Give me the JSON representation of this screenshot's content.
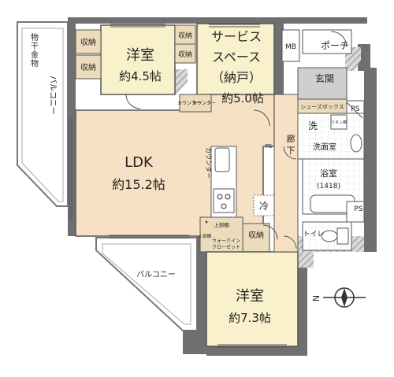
{
  "rooms": {
    "western_room_1": {
      "name": "洋室",
      "size": "約4.5帖"
    },
    "service_space": {
      "line1": "サービス",
      "line2": "スペース",
      "line3": "（納戸）",
      "size": "約5.0帖"
    },
    "ldk": {
      "name": "LDK",
      "size": "約15.2帖"
    },
    "western_room_2": {
      "name": "洋室",
      "size": "約7.3帖"
    },
    "bathroom": {
      "name": "浴室",
      "size": "(1418)"
    },
    "washroom": "洗面室",
    "wash": "洗",
    "toilet": "トイレ",
    "entrance": "玄関",
    "porch": "ポーチ",
    "corridor_1": "廊",
    "corridor_2": "下"
  },
  "storage": {
    "closet_label": "収納",
    "upper_cabinet_1": "上部棚",
    "upper_cabinet_2": "上部棚",
    "walk_in_1": "ウォークイン",
    "walk_in_2": "クローゼット",
    "shoe_box": "シューズボックス",
    "linen": "リネン庫",
    "counter_small": "カウンター"
  },
  "fixtures": {
    "counter_vertical": "カウンター",
    "fridge": "冷",
    "ps": "PS",
    "mb": "MB"
  },
  "balcony": {
    "west": "バルコニー",
    "drying_rack": "物干金物",
    "south": "バルコニー"
  },
  "compass": {
    "north": "N"
  },
  "colors": {
    "wall": "#6f6f6f",
    "floor_wood": "#f6e1c4",
    "floor_room": "#f9f1cc",
    "closet": "#eddcbc",
    "gray_area": "#cfcfcf",
    "hatch": "#9a9a9a"
  }
}
